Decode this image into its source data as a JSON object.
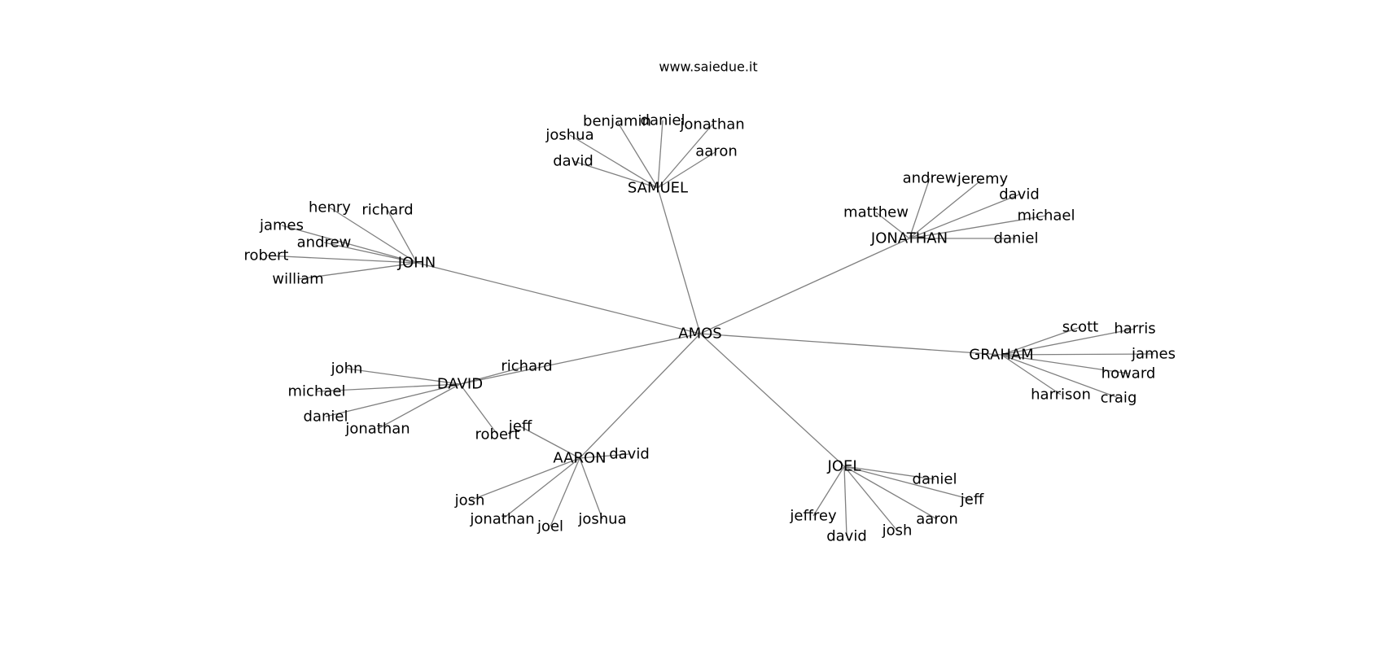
{
  "header_text": "www.saiedue.it",
  "center": "AMOS",
  "hubs": [
    {
      "name": "SAMUEL",
      "children": [
        "benjamin",
        "daniel",
        "jonathan",
        "joshua",
        "david",
        "aaron"
      ]
    },
    {
      "name": "JONATHAN",
      "children": [
        "andrew",
        "jeremy",
        "david",
        "matthew",
        "michael",
        "daniel"
      ]
    },
    {
      "name": "JOHN",
      "children": [
        "henry",
        "richard",
        "james",
        "andrew",
        "robert",
        "william"
      ]
    },
    {
      "name": "GRAHAM",
      "children": [
        "scott",
        "harris",
        "james",
        "howard",
        "harrison",
        "craig"
      ]
    },
    {
      "name": "DAVID",
      "children": [
        "richard",
        "john",
        "michael",
        "daniel",
        "jonathan",
        "robert"
      ]
    },
    {
      "name": "AARON",
      "children": [
        "jeff",
        "david",
        "josh",
        "jonathan",
        "joel",
        "joshua"
      ]
    },
    {
      "name": "JOEL",
      "children": [
        "daniel",
        "jeff",
        "jeffrey",
        "aaron",
        "david",
        "josh"
      ]
    }
  ]
}
